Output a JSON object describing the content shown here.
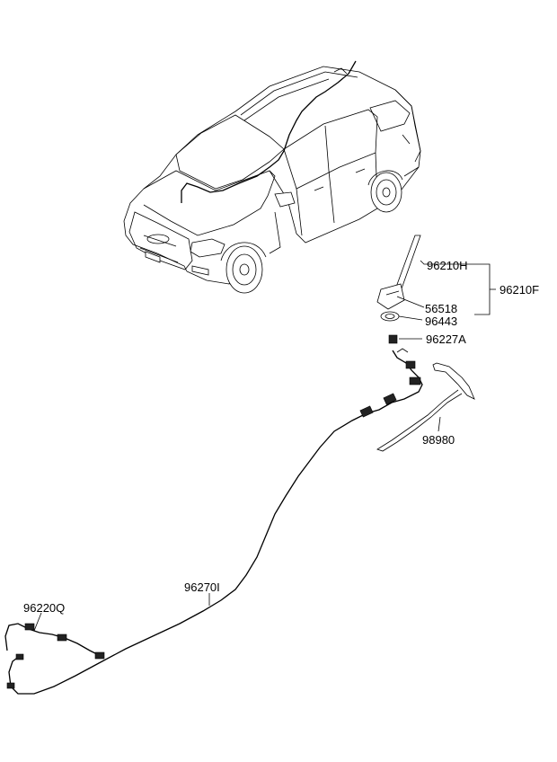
{
  "diagram": {
    "callouts": [
      {
        "id": "c1",
        "text": "96210H"
      },
      {
        "id": "c2",
        "text": "96210F"
      },
      {
        "id": "c3",
        "text": "56518"
      },
      {
        "id": "c4",
        "text": "96443"
      },
      {
        "id": "c5",
        "text": "96227A"
      },
      {
        "id": "c6",
        "text": "98980"
      },
      {
        "id": "c7",
        "text": "96270I"
      },
      {
        "id": "c8",
        "text": "96220Q"
      }
    ]
  }
}
